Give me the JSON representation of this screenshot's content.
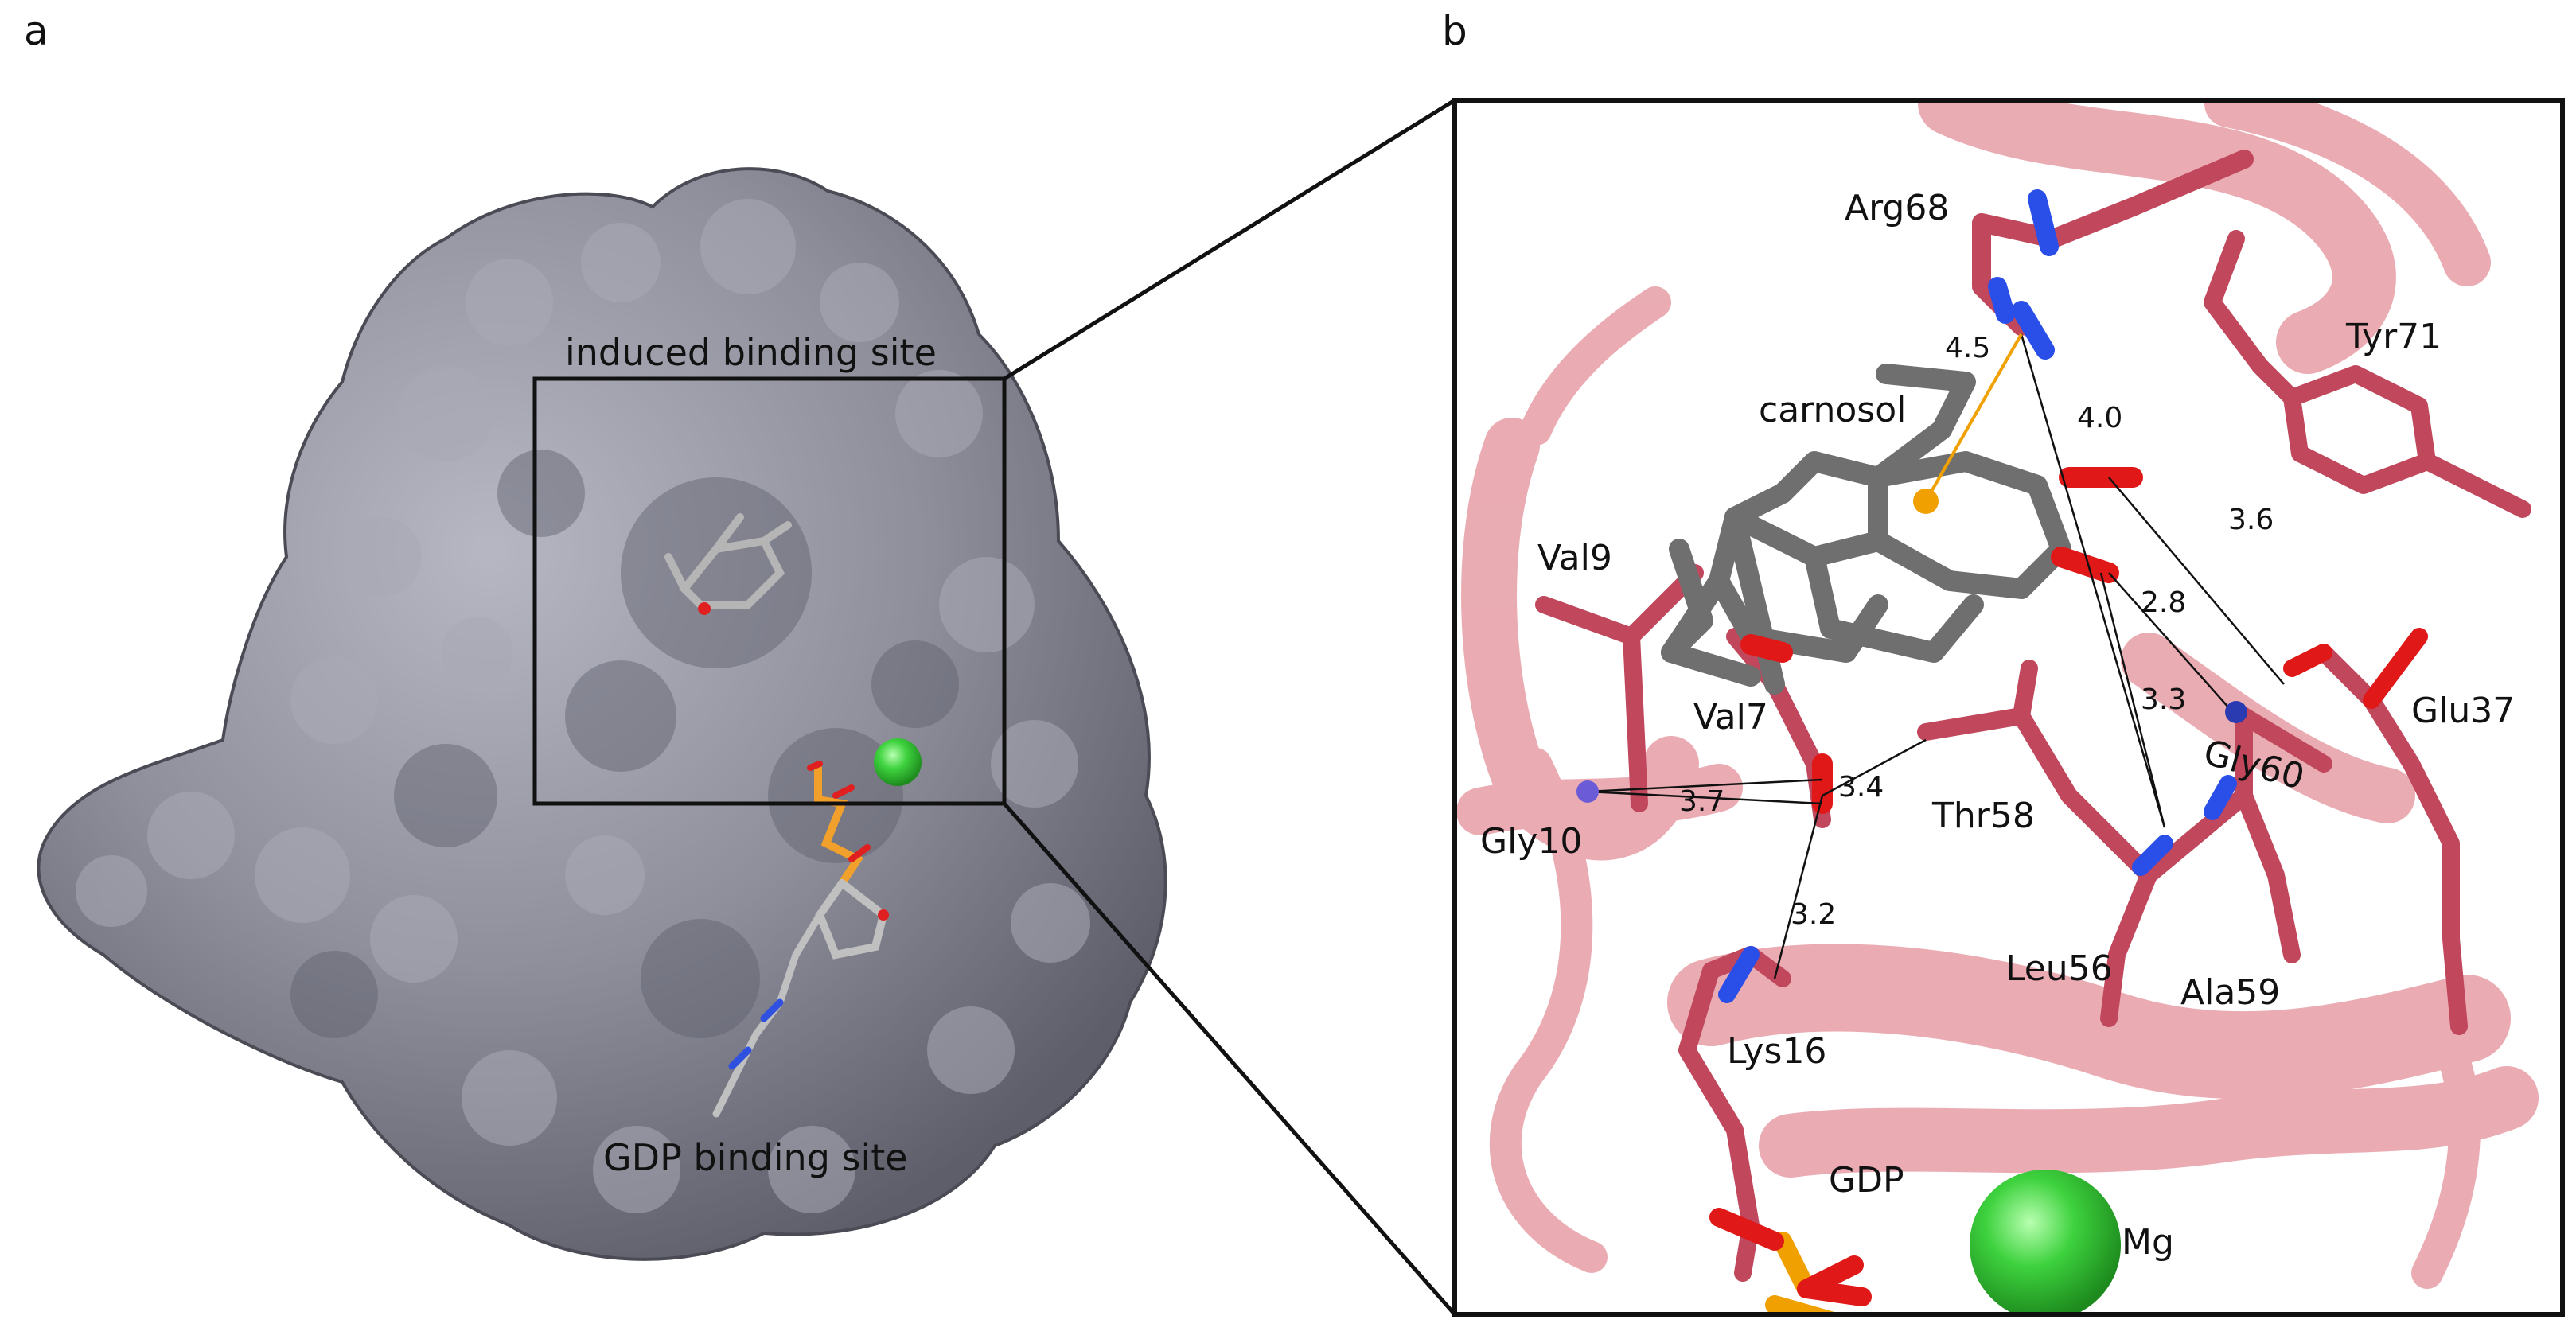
{
  "panel_a": {
    "letter": "a",
    "induced_site_label": "induced binding site",
    "gdp_site_label": "GDP binding site",
    "colors": {
      "surface": "#8e8f9b",
      "surface_dark": "#5d5e6a",
      "mg": "#3ed23e",
      "phosphate": "#f2a02c",
      "oxygen": "#e02020",
      "carbon": "#a0a0a0",
      "nitrogen": "#3050e0"
    }
  },
  "panel_b": {
    "letter": "b",
    "colors": {
      "ribbon": "#e8a3ab",
      "residue": "#c0475c",
      "ligand": "#6f6f6f",
      "oxygen": "#e01818",
      "nitrogen": "#2a4ee8",
      "mg": "#2cd62c",
      "hbond": "#f0a000"
    },
    "residues": {
      "arg68": "Arg68",
      "tyr71": "Tyr71",
      "carnosol": "carnosol",
      "val9": "Val9",
      "val7": "Val7",
      "glu37": "Glu37",
      "gly60": "Gly60",
      "thr58": "Thr58",
      "gly10": "Gly10",
      "leu56": "Leu56",
      "ala59": "Ala59",
      "lys16": "Lys16",
      "gdp": "GDP",
      "mg": "Mg"
    },
    "distances": {
      "d45": "4.5",
      "d40": "4.0",
      "d36": "3.6",
      "d28": "2.8",
      "d33": "3.3",
      "d37": "3.7",
      "d34": "3.4",
      "d32": "3.2"
    }
  }
}
